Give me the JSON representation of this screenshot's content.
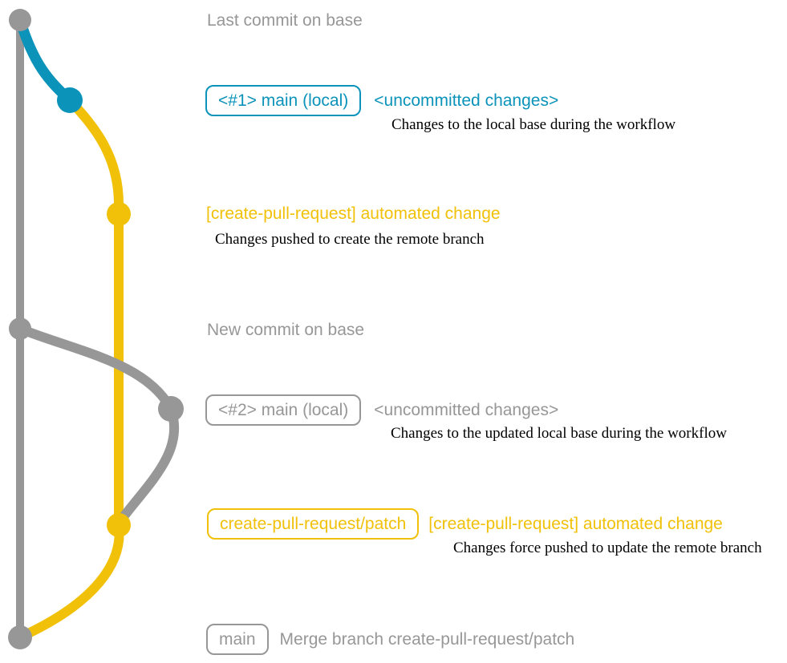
{
  "colors": {
    "gray": "#979797",
    "blue": "#0b93ba",
    "yellow": "#f1c109",
    "ink": "#000000",
    "background": "#ffffff"
  },
  "graph": {
    "type": "git-branch-graph",
    "commits_top_to_bottom": [
      {
        "dot_color": "gray",
        "annotation": "Last commit on base"
      },
      {
        "dot_color": "blue",
        "annotation": "<#1> main (local) — <uncommitted changes>"
      },
      {
        "dot_color": "yellow",
        "annotation": "[create-pull-request] automated change"
      },
      {
        "dot_color": "gray",
        "annotation": "New commit on base"
      },
      {
        "dot_color": "gray",
        "annotation": "<#2> main (local) — <uncommitted changes>"
      },
      {
        "dot_color": "yellow",
        "annotation": "create-pull-request/patch — [create-pull-request] automated change"
      },
      {
        "dot_color": "gray",
        "annotation": "main — Merge branch create-pull-request/patch"
      }
    ]
  },
  "annotations": {
    "last_commit_on_base": "Last commit on base",
    "new_commit_on_base": "New commit on base"
  },
  "row_main_local_1": {
    "badge": "<#1> main (local)",
    "heading": "<uncommitted changes>",
    "note": "Changes to the local base during the workflow"
  },
  "row_automated_1": {
    "heading": "[create-pull-request] automated change",
    "note": "Changes pushed to create the remote branch"
  },
  "row_main_local_2": {
    "badge": "<#2> main (local)",
    "heading": "<uncommitted changes>",
    "note": "Changes to the updated local base during the workflow"
  },
  "row_patch": {
    "badge": "create-pull-request/patch",
    "heading": "[create-pull-request] automated change",
    "note": "Changes force pushed to update the remote branch"
  },
  "row_merge": {
    "badge": "main",
    "message": "Merge branch create-pull-request/patch"
  }
}
